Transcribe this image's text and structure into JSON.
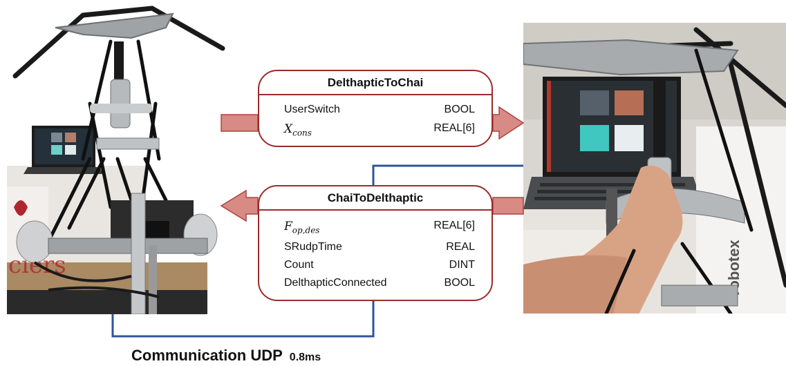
{
  "diagram": {
    "box_top": {
      "title": "DelthapticToChai",
      "fields": [
        {
          "name": "UserSwitch",
          "type": "BOOL"
        },
        {
          "name_base": "X",
          "name_sub": "cons",
          "type": "REAL[6]"
        }
      ]
    },
    "box_bottom": {
      "title": "ChaiToDelthaptic",
      "fields": [
        {
          "name_base": "F",
          "name_sub": "op,des",
          "type": "REAL[6]"
        },
        {
          "name": "SRudpTime",
          "type": "REAL"
        },
        {
          "name": "Count",
          "type": "DINT"
        },
        {
          "name": "DelthapticConnected",
          "type": "BOOL"
        }
      ]
    },
    "caption": {
      "label": "Communication UDP",
      "latency": "0.8ms"
    },
    "colors": {
      "arrow_fill": "#d88a84",
      "arrow_stroke": "#b04040",
      "box_border": "#9a2b2b",
      "link_line": "#2f5597"
    }
  }
}
